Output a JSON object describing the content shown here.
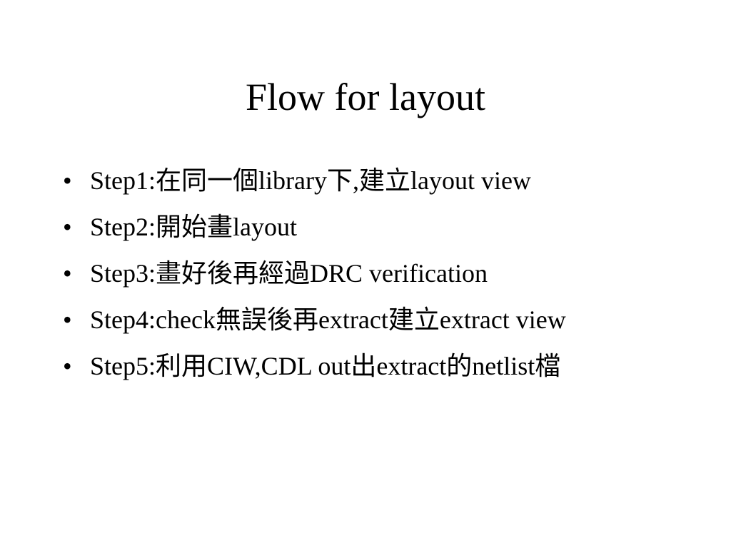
{
  "slide": {
    "title": "Flow for layout",
    "bullet_symbol": "•",
    "bullets": [
      {
        "text": "Step1:在同一個library下,建立layout view"
      },
      {
        "text": "Step2:開始畫layout"
      },
      {
        "text": "Step3:畫好後再經過DRC verification"
      },
      {
        "text": "Step4:check無誤後再extract建立extract view"
      },
      {
        "text": "Step5:利用CIW,CDL out出extract的netlist檔"
      }
    ]
  },
  "colors": {
    "background": "#ffffff",
    "text": "#000000"
  }
}
